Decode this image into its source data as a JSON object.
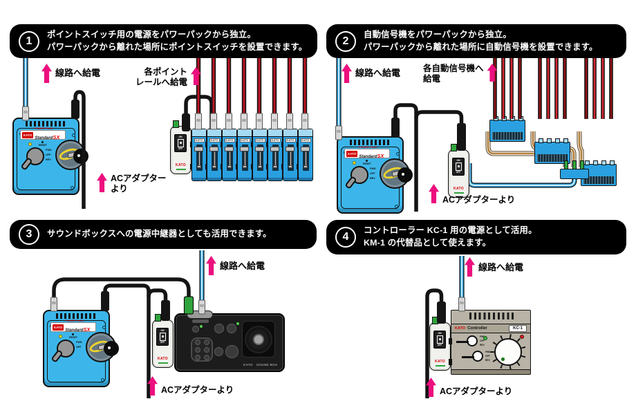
{
  "sections": [
    {
      "number": "1",
      "line1": "ポイントスイッチ用の電源をパワーパックから独立。",
      "line2": "パワーパックから離れた場所にポイントスイッチを設置できます。"
    },
    {
      "number": "2",
      "line1": "自動信号機をパワーパックから独立。",
      "line2": "パワーパックから離れた場所に自動信号機を設置できます。"
    },
    {
      "number": "3",
      "line1": "サウンドボックスへの電源中継器としても活用できます。",
      "line2": ""
    },
    {
      "number": "4",
      "line1": "コントローラー KC-1 用の電源として活用。",
      "line2": "KM-1 の代替品として使えます。"
    }
  ],
  "labels": {
    "to_track": "線路へ給電",
    "to_points_l1": "各ポイント",
    "to_points_l2": "レールへ給電",
    "to_signals_l1": "各自動信号機へ",
    "to_signals_l2": "給電",
    "from_ac": "ACアダプターより",
    "from_ac_l1": "ACアダプター",
    "from_ac_l2": "より"
  },
  "devices": {
    "powerpack": {
      "brand": "KATO",
      "series": "POWER PACK",
      "model": "Standard",
      "model_sx": "SX",
      "reset": "RESET",
      "dir": [
        "FWD",
        "OFF",
        "REV"
      ]
    },
    "adapter": {
      "brand": "KATO",
      "on": "ON",
      "off": "OFF"
    },
    "pswitch": {
      "brand": "KATO"
    },
    "soundbox": {
      "brand": "KATO",
      "name": "SOUND BOX"
    },
    "kc1": {
      "brand": "KATO",
      "label": "Controller",
      "model": "KC-1",
      "dir": [
        "FWD",
        "OFF",
        "REV"
      ]
    }
  },
  "colors": {
    "accent_pink": "#ec0f7e",
    "pack_blue": "#3cb6ea",
    "device_blue": "#2aa0e0",
    "cable_blue": "#2f9ed8",
    "wire_red": "#b81523",
    "cable_tan": "#b5813d",
    "header_black": "#000000"
  }
}
